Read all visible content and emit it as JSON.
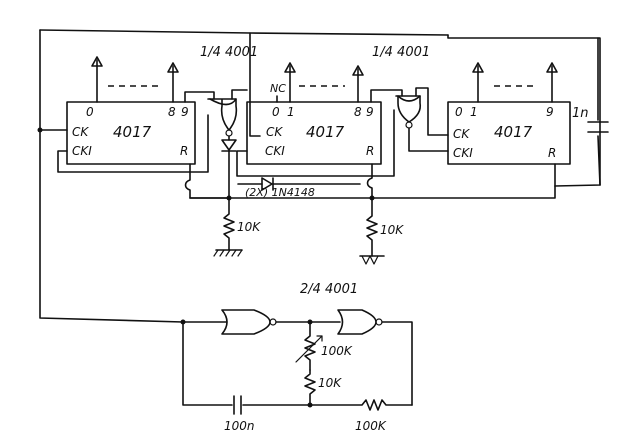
{
  "gate_labels": {
    "top_left": "1/4 4001",
    "top_right": "1/4 4001",
    "oscillator": "2/4 4001"
  },
  "counters": [
    {
      "chip": "4017",
      "pin_out0": "0",
      "pin_out8": "8",
      "pin_out9": "9",
      "pin_ck": "CK",
      "pin_cki": "CKI",
      "pin_r": "R"
    },
    {
      "chip": "4017",
      "nc": "NC",
      "pin_out0": "0",
      "pin_out1": "1",
      "pin_out8": "8",
      "pin_out9": "9",
      "pin_ck": "CK",
      "pin_cki": "CKI",
      "pin_r": "R"
    },
    {
      "chip": "4017",
      "pin_out0": "0",
      "pin_out1": "1",
      "pin_out9": "9",
      "pin_ck": "CK",
      "pin_cki": "CKI",
      "pin_r": "R"
    }
  ],
  "components": {
    "diode": "(2X) 1N4148",
    "res_left": "10K",
    "res_right": "10K",
    "cap_right": "1n",
    "pot": "100K",
    "res_osc": "10K",
    "cap_osc": "100n",
    "res_osc_fb": "100K"
  }
}
